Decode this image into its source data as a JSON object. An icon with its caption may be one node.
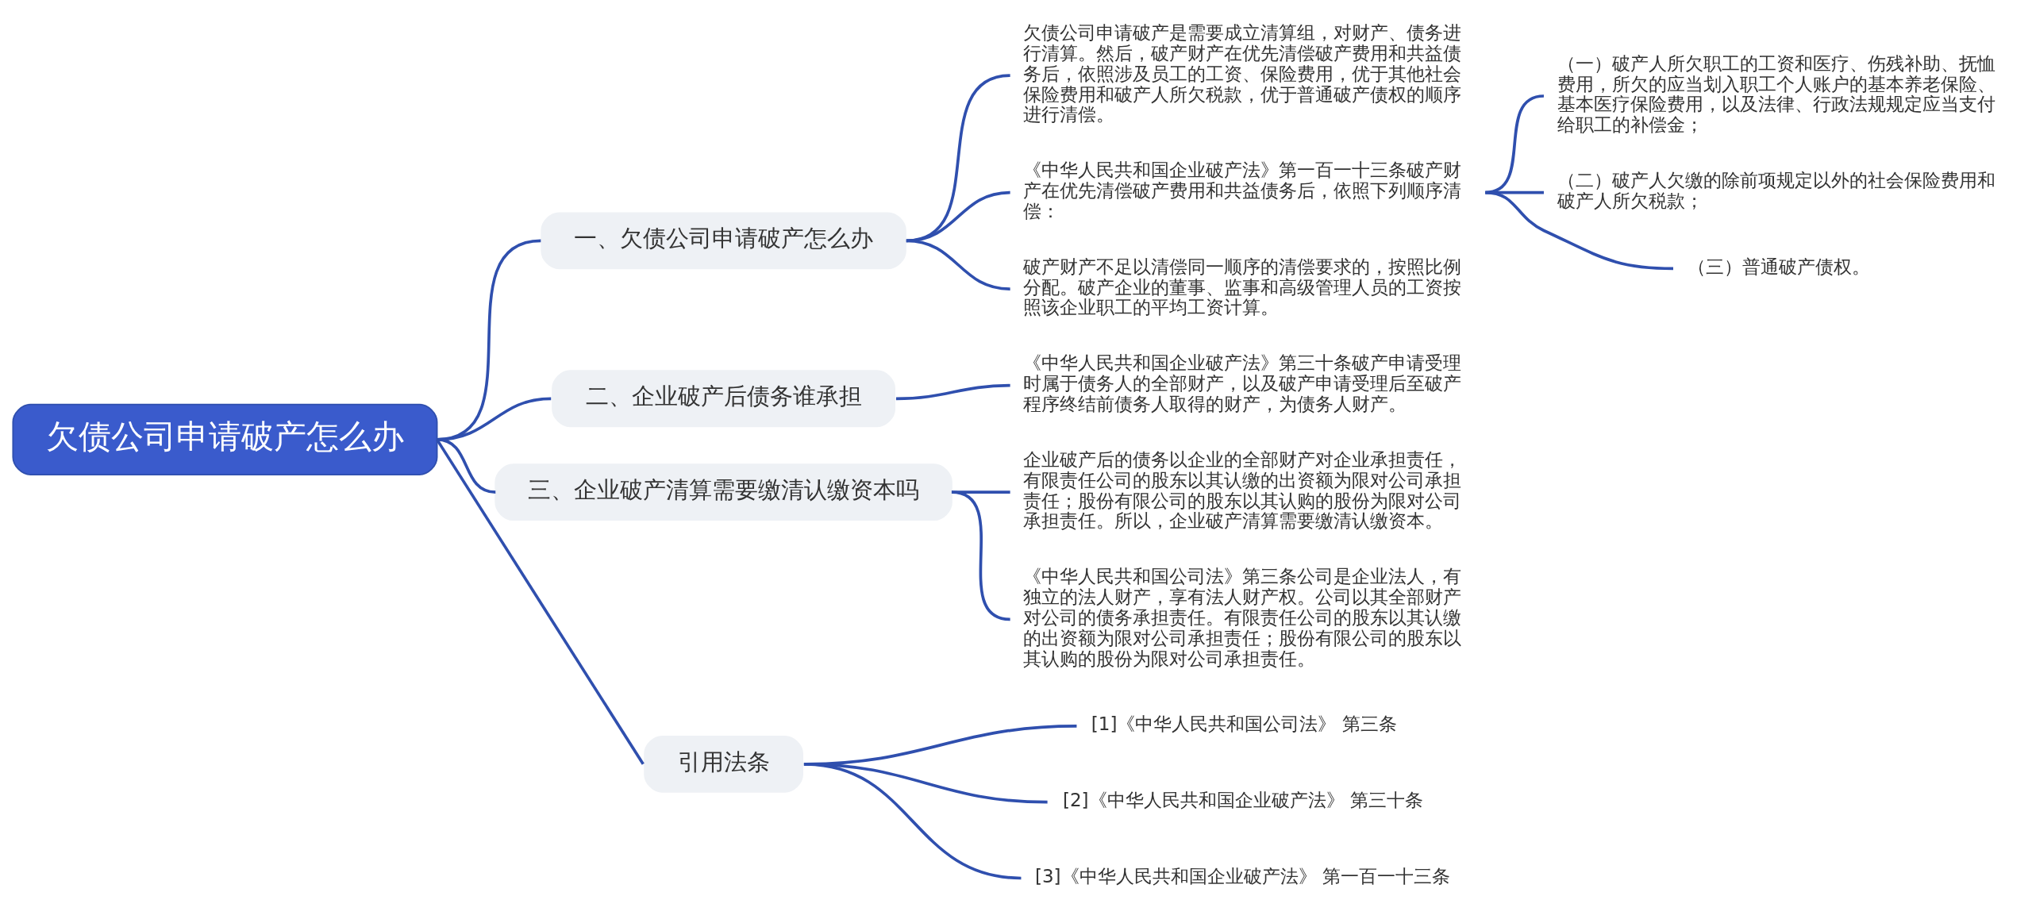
{
  "diagram": {
    "nodes": [
      {
        "text": [
          "欠债公司申请破产怎么办"
        ]
      },
      {
        "text": [
          "一、欠债公司申请破产怎么办"
        ]
      },
      {
        "text": [
          "欠债公司申请破产是需要成立清算组，对财产、债务进行清算。然后，破产财产在优先清偿破产费用和共益债务后，依照涉及员工的工资、保险费用，优于其他社会保险费用和破产人所欠税款，优于普通破产债权的顺序进行清偿。"
        ]
      },
      {
        "text": [
          "《中华人民共和国企业破产法》第一百一十三条破产财产在优先清偿破产费用和共益债务后，依照下列顺序清偿："
        ]
      },
      {
        "text": [
          "（一）破产人所欠职工的工资和医疗、伤残补助、抚恤费用，所欠的应当划入职工个人账户的基本养老保险、基本医疗保险费用，以及法律、行政法规规定应当支付给职工的补偿金；"
        ]
      },
      {
        "text": [
          "（二）破产人欠缴的除前项规定以外的社会保险费用和破产人所欠税款；"
        ]
      },
      {
        "text": [
          "（三）普通破产债权。"
        ]
      },
      {
        "text": [
          "破产财产不足以清偿同一顺序的清偿要求的，按照比例分配。破产企业的董事、监事和高级管理人员的工资按照该企业职工的平均工资计算。"
        ]
      },
      {
        "text": [
          "二、企业破产后债务谁承担"
        ]
      },
      {
        "text": [
          "《中华人民共和国企业破产法》第三十条破产申请受理时属于债务人的全部财产，以及破产申请受理后至破产程序终结前债务人取得的财产，为债务人财产。"
        ]
      },
      {
        "text": [
          "三、企业破产清算需要缴清认缴资本吗"
        ]
      },
      {
        "text": [
          "企业破产后的债务以企业的全部财产对企业承担责任，有限责任公司的股东以其认缴的出资额为限对公司承担责任；股份有限公司的股东以其认购的股份为限对公司承担责任。所以，企业破产清算需要缴清认缴资本。"
        ]
      },
      {
        "text": [
          "《中华人民共和国公司法》第三条公司是企业法人，有独立的法人财产，享有法人财产权。公司以其全部财产对公司的债务承担责任。有限责任公司的股东以其认缴的出资额为限对公司承担责任；股份有限公司的股东以其认购的股份为限对公司承担责任。"
        ]
      },
      {
        "text": [
          "引用法条"
        ]
      },
      {
        "text": [
          "[1]《中华人民共和国公司法》 第三条"
        ]
      },
      {
        "text": [
          "[2]《中华人民共和国企业破产法》 第三十条"
        ]
      },
      {
        "text": [
          "[3]《中华人民共和国企业破产法》 第一百一十三条"
        ]
      }
    ],
    "edges": [
      {
        "from": 0,
        "to": 1,
        "arrow": "none"
      },
      {
        "from": 1,
        "to": 2,
        "arrow": "none"
      },
      {
        "from": 1,
        "to": 3,
        "arrow": "none"
      },
      {
        "from": 3,
        "to": 4,
        "arrow": "none"
      },
      {
        "from": 3,
        "to": 5,
        "arrow": "none"
      },
      {
        "from": 3,
        "to": 6,
        "arrow": "none"
      },
      {
        "from": 1,
        "to": 7,
        "arrow": "none"
      },
      {
        "from": 0,
        "to": 8,
        "arrow": "none"
      },
      {
        "from": 8,
        "to": 9,
        "arrow": "none"
      },
      {
        "from": 0,
        "to": 10,
        "arrow": "none"
      },
      {
        "from": 10,
        "to": 11,
        "arrow": "none"
      },
      {
        "from": 10,
        "to": 12,
        "arrow": "none"
      },
      {
        "from": 0,
        "to": 13,
        "arrow": "none"
      },
      {
        "from": 13,
        "to": 14,
        "arrow": "none"
      },
      {
        "from": 13,
        "to": 15,
        "arrow": "none"
      },
      {
        "from": 13,
        "to": 16,
        "arrow": "none"
      }
    ]
  }
}
